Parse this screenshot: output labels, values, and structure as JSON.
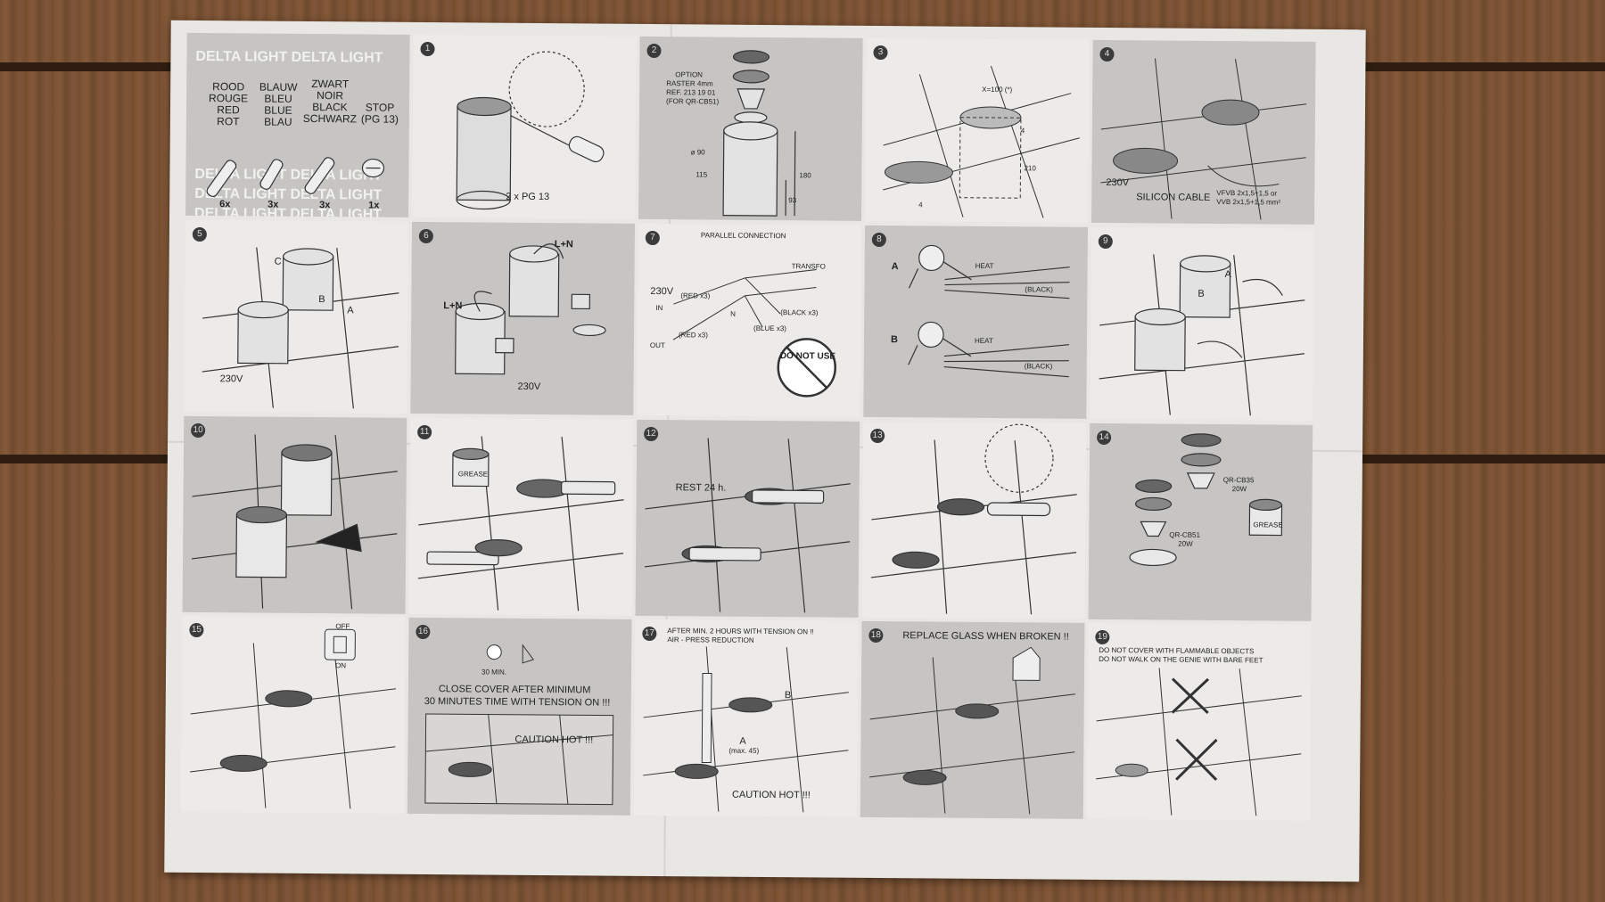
{
  "legend": {
    "brand_rows": [
      "DELTA LIGHT  DELTA LIGHT",
      "DELTA LIGHT  DELTA LIGHT",
      "DELTA LIGHT  DELTA LIGHT",
      "DELTA LIGHT  DELTA LIGHT"
    ],
    "columns": [
      {
        "lines": [
          "ROOD",
          "ROUGE",
          "RED",
          "ROT"
        ],
        "qty": "6x"
      },
      {
        "lines": [
          "BLAUW",
          "BLEU",
          "BLUE",
          "BLAU"
        ],
        "qty": "3x"
      },
      {
        "lines": [
          "ZWART",
          "NOIR",
          "BLACK",
          "SCHWARZ"
        ],
        "qty": "3x"
      },
      {
        "lines": [
          "STOP",
          "(PG 13)"
        ],
        "qty": "1x"
      }
    ]
  },
  "steps": {
    "s1": {
      "num": "1",
      "label": "2 x PG 13"
    },
    "s2": {
      "num": "2",
      "option": "OPTION",
      "raster": "RASTER 4mm",
      "ref": "REF. 213 19 01",
      "for": "(FOR QR-CB51)",
      "d90": "ø 90",
      "d115": "115",
      "d180": "180",
      "d93": "93"
    },
    "s3": {
      "num": "3",
      "x": "X=100 (*)",
      "n4a": "4",
      "n4b": "4",
      "n210": "210"
    },
    "s4": {
      "num": "4",
      "v": "230V",
      "cable": "SILICON CABLE",
      "spec1": "VFVB 2x1,5+1,5 or",
      "spec2": "VVB 2x1,5+1,5 mm²"
    },
    "s5": {
      "num": "5",
      "v": "230V",
      "a": "A",
      "b": "B",
      "c": "C"
    },
    "s6": {
      "num": "6",
      "ln1": "L+N",
      "ln2": "L+N",
      "v": "230V"
    },
    "s7": {
      "num": "7",
      "title": "PARALLEL CONNECTION",
      "transfo": "TRANSFO",
      "v": "230V",
      "red1": "(RED x3)",
      "in": "IN",
      "n": "N",
      "black": "(BLACK x3)",
      "blue": "(BLUE x3)",
      "out": "OUT",
      "red2": "(RED x3)",
      "dnu": "DO NOT USE"
    },
    "s8": {
      "num": "8",
      "a": "A",
      "b": "B",
      "heat1": "HEAT",
      "heat2": "HEAT",
      "black1": "(BLACK)",
      "black2": "(BLACK)"
    },
    "s9": {
      "num": "9",
      "a": "A",
      "b": "B"
    },
    "s10": {
      "num": "10"
    },
    "s11": {
      "num": "11",
      "grease": "GREASE"
    },
    "s12": {
      "num": "12",
      "rest": "REST 24 h."
    },
    "s13": {
      "num": "13"
    },
    "s14": {
      "num": "14",
      "cb35": "QR-CB35",
      "w20a": "20W",
      "cb51": "QR-CB51",
      "w20b": "20W",
      "grease": "GREASE"
    },
    "s15": {
      "num": "15",
      "off": "OFF",
      "on": "ON"
    },
    "s16": {
      "num": "16",
      "min": "30 MIN.",
      "line1": "CLOSE COVER AFTER MINIMUM",
      "line2": "30 MINUTES TIME WITH TENSION ON !!!",
      "caution": "CAUTION  HOT !!!"
    },
    "s17": {
      "num": "17",
      "line1": "AFTER MIN. 2 HOURS WITH TENSION ON !!",
      "line2": "AIR - PRESS REDUCTION",
      "b": "B",
      "a": "A",
      "max": "(max. 45)",
      "caution": "CAUTION  HOT !!!"
    },
    "s18": {
      "num": "18",
      "title": "REPLACE GLASS WHEN BROKEN !!"
    },
    "s19": {
      "num": "19",
      "line1": "DO NOT COVER WITH FLAMMABLE OBJECTS",
      "line2": "DO NOT WALK ON THE GENIE WITH BARE FEET"
    }
  },
  "colors": {
    "wood": "#7a5231",
    "paper": "#e9e7e4",
    "panel_gray": "#c6c5c3",
    "ink": "#222222"
  }
}
